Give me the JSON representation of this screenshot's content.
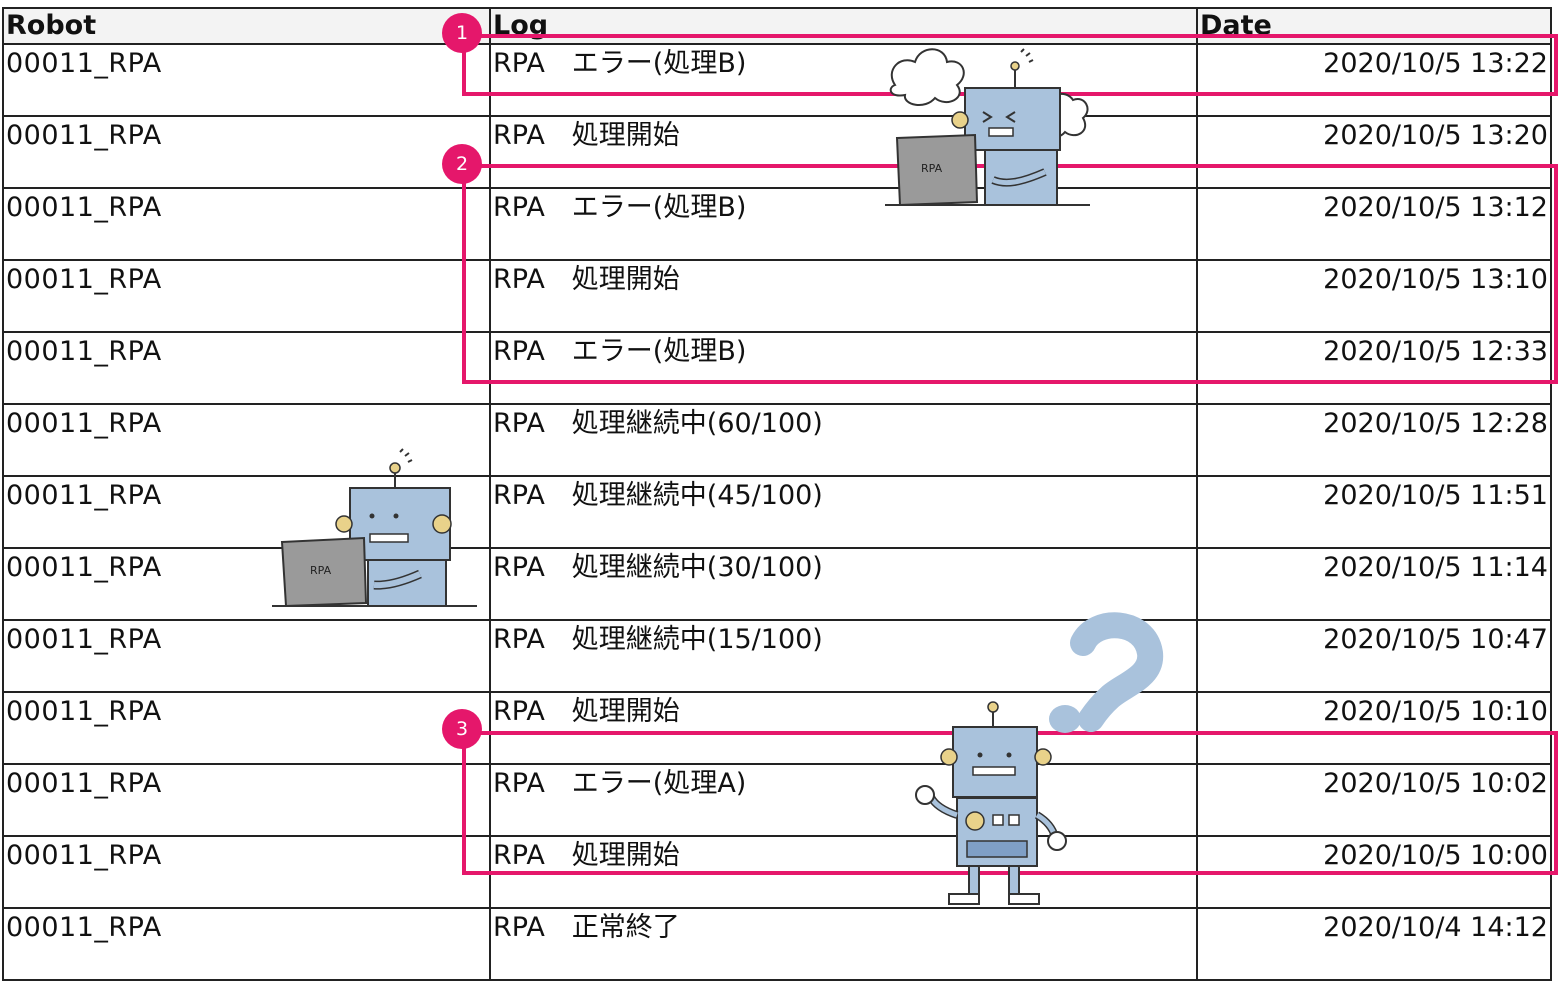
{
  "headers": {
    "robot": "Robot",
    "log": "Log",
    "date": "Date"
  },
  "rows": [
    {
      "robot": "00011_RPA",
      "log": "RPA　エラー(処理B)",
      "date": "2020/10/5 13:22"
    },
    {
      "robot": "00011_RPA",
      "log": "RPA　処理開始",
      "date": "2020/10/5 13:20"
    },
    {
      "robot": "00011_RPA",
      "log": "RPA　エラー(処理B)",
      "date": "2020/10/5 13:12"
    },
    {
      "robot": "00011_RPA",
      "log": "RPA　処理開始",
      "date": "2020/10/5 13:10"
    },
    {
      "robot": "00011_RPA",
      "log": "RPA　エラー(処理B)",
      "date": "2020/10/5 12:33"
    },
    {
      "robot": "00011_RPA",
      "log": "RPA　処理継続中(60/100)",
      "date": "2020/10/5 12:28"
    },
    {
      "robot": "00011_RPA",
      "log": "RPA　処理継続中(45/100)",
      "date": "2020/10/5 11:51"
    },
    {
      "robot": "00011_RPA",
      "log": "RPA　処理継続中(30/100)",
      "date": "2020/10/5 11:14"
    },
    {
      "robot": "00011_RPA",
      "log": "RPA　処理継続中(15/100)",
      "date": "2020/10/5 10:47"
    },
    {
      "robot": "00011_RPA",
      "log": "RPA　処理開始",
      "date": "2020/10/5 10:10"
    },
    {
      "robot": "00011_RPA",
      "log": "RPA　エラー(処理A)",
      "date": "2020/10/5 10:02"
    },
    {
      "robot": "00011_RPA",
      "log": "RPA　処理開始",
      "date": "2020/10/5 10:00"
    },
    {
      "robot": "00011_RPA",
      "log": "RPA　正常終了",
      "date": "2020/10/4 14:12"
    }
  ],
  "markers": [
    {
      "number": "1",
      "rows": "1"
    },
    {
      "number": "2",
      "rows": "3-5"
    },
    {
      "number": "3",
      "rows": "11-12"
    }
  ],
  "illustrations": {
    "laptop_label": "RPA",
    "robot_error_icon": "robot-overheating-icon",
    "robot_working_icon": "robot-working-icon",
    "robot_confused_icon": "robot-question-icon"
  },
  "colors": {
    "highlight": "#e5176b",
    "robot_body": "#a9c2dc",
    "grid": "#222222"
  }
}
